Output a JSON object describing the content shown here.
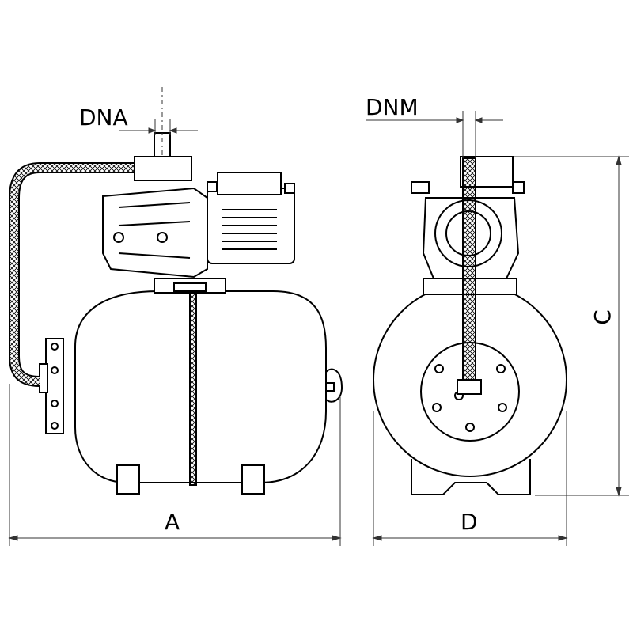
{
  "labels": {
    "dna": "DNA",
    "dnm": "DNM",
    "a": "A",
    "c": "C",
    "d": "D"
  },
  "colors": {
    "line": "#000000",
    "dimension": "#333333",
    "background": "#ffffff"
  }
}
